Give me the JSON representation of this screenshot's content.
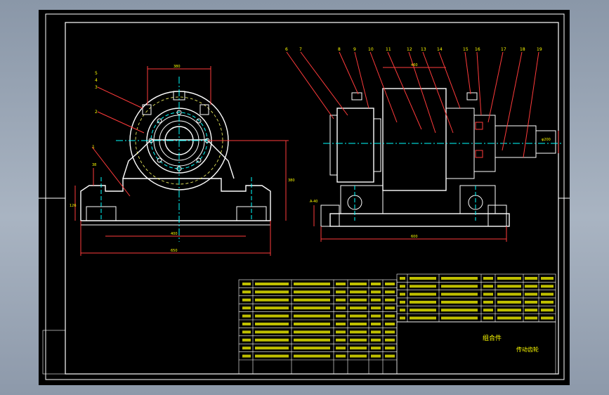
{
  "drawing": {
    "title_block": {
      "assembly_label": "组合件",
      "drawing_name": "传动齿轮",
      "grid_rows": 10
    },
    "views": {
      "front": {
        "callouts": [
          "5",
          "4",
          "3",
          "2",
          "1"
        ],
        "dims": {
          "top_width": "380",
          "base_width": "400",
          "overall_width": "650",
          "left_height": "126",
          "left_small": "38",
          "right_height": "380"
        }
      },
      "side": {
        "callouts": [
          "6",
          "7",
          "8",
          "9",
          "10",
          "11",
          "12",
          "13",
          "14",
          "15",
          "16",
          "17",
          "18",
          "19"
        ],
        "dims": {
          "overall_length": "600",
          "top_len": "460",
          "shaft_dia": "φ200",
          "left_small": "A-40"
        }
      }
    },
    "colors": {
      "outline": "#ffffff",
      "centerline": "#00ffff",
      "dimension": "#ff3b3b",
      "hatch": "#ffff66",
      "text": "#ffff00",
      "frame": "#ffffff"
    }
  }
}
